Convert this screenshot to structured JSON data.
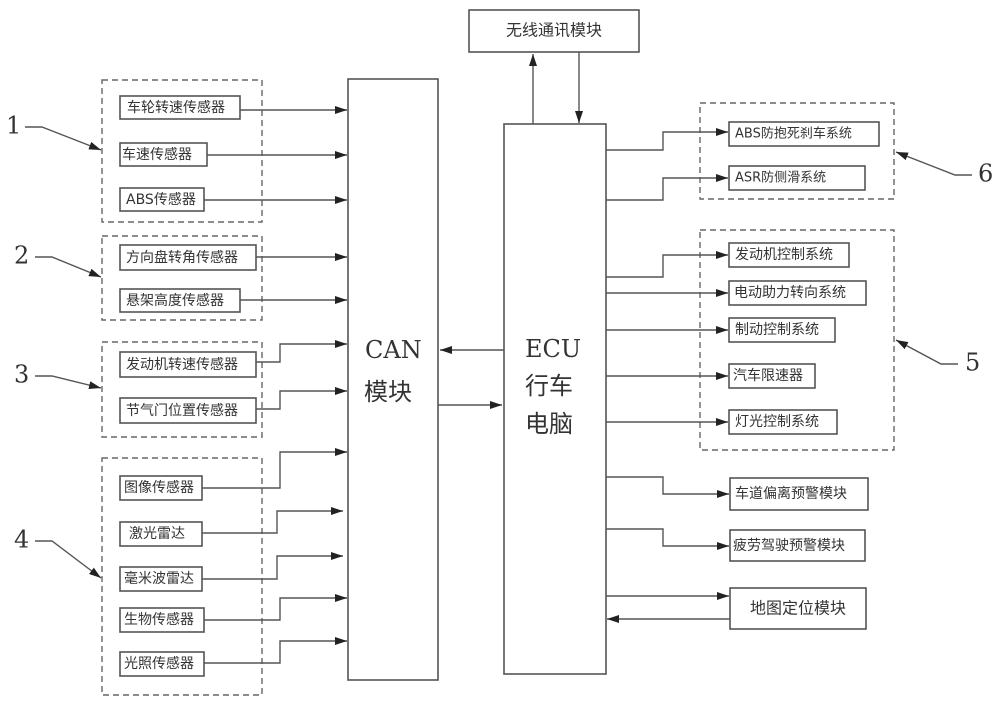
{
  "diagram": {
    "wireless_module": "无线通讯模块",
    "can_module": {
      "line1": "CAN",
      "line2": "模块"
    },
    "ecu": {
      "line1": "ECU",
      "line2": "行车",
      "line3": "电脑"
    },
    "input_groups": [
      {
        "number": "1",
        "items": [
          "车轮转速传感器",
          "车速传感器",
          "ABS传感器"
        ]
      },
      {
        "number": "2",
        "items": [
          "方向盘转角传感器",
          "悬架高度传感器"
        ]
      },
      {
        "number": "3",
        "items": [
          "发动机转速传感器",
          "节气门位置传感器"
        ]
      },
      {
        "number": "4",
        "items": [
          "图像传感器",
          "激光雷达",
          "毫米波雷达",
          "生物传感器",
          "光照传感器"
        ]
      }
    ],
    "output_groups": [
      {
        "number": "6",
        "items": [
          "ABS防抱死刹车系统",
          "ASR防侧滑系统"
        ]
      },
      {
        "number": "5",
        "items": [
          "发动机控制系统",
          "电动助力转向系统",
          "制动控制系统",
          "汽车限速器",
          "灯光控制系统"
        ]
      }
    ],
    "standalone_outputs": [
      "车道偏离预警模块",
      "疲劳驾驶预警模块"
    ],
    "map_module": "地图定位模块"
  }
}
